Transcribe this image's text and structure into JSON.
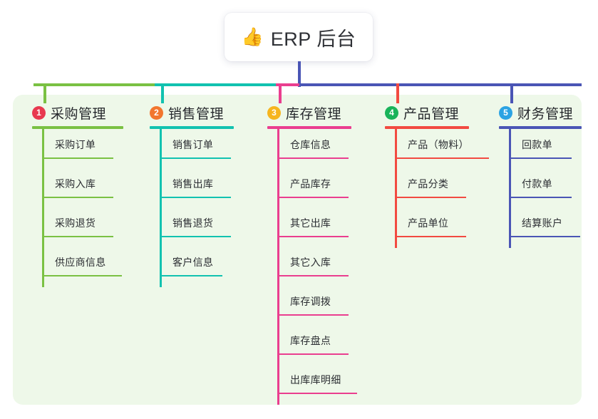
{
  "root": {
    "icon": "thumbs-up-icon",
    "emoji": "👍",
    "title": "ERP 后台"
  },
  "panel": {
    "background": "#eef8e9"
  },
  "connector": {
    "stem_color": "#4a55b5"
  },
  "branches": [
    {
      "number": "1",
      "title": "采购管理",
      "color": "#7ac143",
      "badge_color": "#e8384f",
      "items": [
        {
          "label": "采购订单"
        },
        {
          "label": "采购入库"
        },
        {
          "label": "采购退货"
        },
        {
          "label": "供应商信息"
        }
      ]
    },
    {
      "number": "2",
      "title": "销售管理",
      "color": "#12c2b0",
      "badge_color": "#f2762e",
      "items": [
        {
          "label": "销售订单"
        },
        {
          "label": "销售出库"
        },
        {
          "label": "销售退货"
        },
        {
          "label": "客户信息"
        }
      ]
    },
    {
      "number": "3",
      "title": "库存管理",
      "color": "#ea3e8f",
      "badge_color": "#f6b51e",
      "items": [
        {
          "label": "仓库信息"
        },
        {
          "label": "产品库存"
        },
        {
          "label": "其它出库"
        },
        {
          "label": "其它入库"
        },
        {
          "label": "库存调拨"
        },
        {
          "label": "库存盘点"
        },
        {
          "label": "出库库明细"
        }
      ]
    },
    {
      "number": "4",
      "title": "产品管理",
      "color": "#f24a41",
      "badge_color": "#19b35a",
      "items": [
        {
          "label": "产品（物料）"
        },
        {
          "label": "产品分类"
        },
        {
          "label": "产品单位"
        }
      ]
    },
    {
      "number": "5",
      "title": "财务管理",
      "color": "#4a55b5",
      "badge_color": "#2ba3e3",
      "items": [
        {
          "label": "回款单"
        },
        {
          "label": "付款单"
        },
        {
          "label": "结算账户"
        }
      ]
    }
  ]
}
